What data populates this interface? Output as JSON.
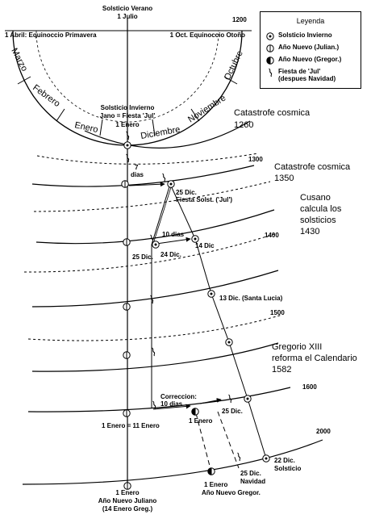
{
  "top": {
    "solstice_summer": "Solsticio Verano",
    "july": "1 Julio",
    "year_1200": "1200",
    "equinox_spring": "1 Abril: Equinoccio Primavera",
    "equinox_autumn": "1 Oct. Equinoccio Otoño"
  },
  "months": {
    "marzo": "Marzo",
    "febrero": "Febrero",
    "enero": "Enero",
    "diciembre": "Diciembre",
    "noviembre": "Noviembre",
    "octubre": "Octubre"
  },
  "winter_block": {
    "line1": "Solsticio Invierno",
    "line2": "Jano = Fiesta 'Jul'",
    "line3": "1 Enero"
  },
  "years": {
    "y1300": "1300",
    "y1400": "1400",
    "y1500": "1500",
    "y1600": "1600",
    "y2000": "2000"
  },
  "events": {
    "catastrophe_1260_a": "Catastrofe cosmica",
    "catastrophe_1260_b": "1260",
    "catastrophe_1350_a": "Catastrofe cosmica",
    "catastrophe_1350_b": "1350",
    "cusano_1": "Cusano",
    "cusano_2": "calcula los",
    "cusano_3": "solsticios",
    "cusano_4": "1430",
    "gregorio_1": "Gregorio XIII",
    "gregorio_2": "reforma el Calendario",
    "gregorio_3": "1582"
  },
  "labels": {
    "seven_days_a": "7",
    "seven_days_b": "dias",
    "dec25_jul_a": "25 Dic.",
    "dec25_jul_b": "Fiesta Solst. ('Jul')",
    "ten_days": "10 dias",
    "dec25_left": "25 Dic.",
    "dec24": "24 Dic.",
    "dec14": "14 Dic",
    "dec13": "13 Dic. (Santa Lucia)",
    "correction_a": "Correccion:",
    "correction_b": "10 dias",
    "jan1_greg": "1 Enero",
    "dec25_1600": "25 Dic.",
    "jan1_eq": "1 Enero = 11 Enero",
    "dec22_a": "22 Dic.",
    "dec22_b": "Solsticio",
    "dec25_nav_a": "25 Dic.",
    "dec25_nav_b": "Navidad",
    "jan1_newyear_greg_a": "1 Enero",
    "jan1_newyear_greg_b": "Año Nuevo Gregor.",
    "bottom_a": "1 Enero",
    "bottom_b": "Año Nuevo Juliano",
    "bottom_c": "(14 Enero Greg.)"
  },
  "legend": {
    "title": "Leyenda",
    "solstice": "Solsticio Invierno",
    "newyear_julian": "Año Nuevo (Julian.)",
    "newyear_greg": "Año Nuevo (Gregor.)",
    "jul_feast_a": "Fiesta de 'Jul'",
    "jul_feast_b": "(despues Navidad)"
  }
}
